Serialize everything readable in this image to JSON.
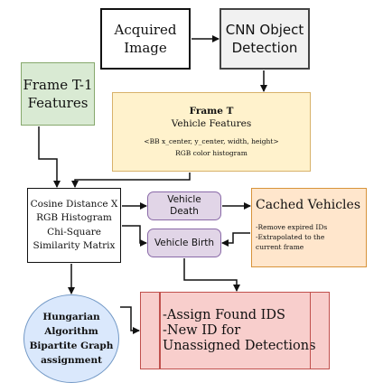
{
  "nodes": {
    "acquired_image": {
      "lines": [
        "Acquired",
        "Image"
      ]
    },
    "cnn_detection": {
      "lines": [
        "CNN Object",
        "Detection"
      ]
    },
    "frame_t1": {
      "lines": [
        "Frame T-1",
        "Features"
      ]
    },
    "frame_t": {
      "title": "Frame T",
      "subtitle": "Vehicle Features",
      "details": [
        "<BB x_center, y_center, width, height>",
        "RGB color histogram"
      ]
    },
    "cosine": {
      "lines": [
        "Cosine Distance X",
        "RGB Histogram",
        "Chi-Square",
        "Similarity Matrix"
      ]
    },
    "vehicle_death": {
      "lines": [
        "Vehicle",
        "Death"
      ]
    },
    "vehicle_birth": {
      "lines": [
        "Vehicle Birth"
      ]
    },
    "cached_vehicles": {
      "title": "Cached Vehicles",
      "details": [
        "-Remove expired IDs",
        "-Extrapolated to the",
        "current frame"
      ]
    },
    "hungarian": {
      "lines": [
        "Hungarian",
        "Algorithm",
        "Bipartite Graph",
        "assignment"
      ]
    },
    "assign_ids": {
      "lines": [
        "-Assign Found IDS",
        "-New ID for",
        "Unassigned Detections"
      ]
    }
  },
  "colors": {
    "line": "#111111",
    "gray_fill": "#f1f1f1",
    "green_fill": "#d9ead3",
    "yellow_fill": "#fff2cc",
    "purple_fill": "#e1d5e7",
    "orange_fill": "#ffe6cc",
    "blue_fill": "#dae8fc",
    "red_fill": "#f8cecc"
  }
}
